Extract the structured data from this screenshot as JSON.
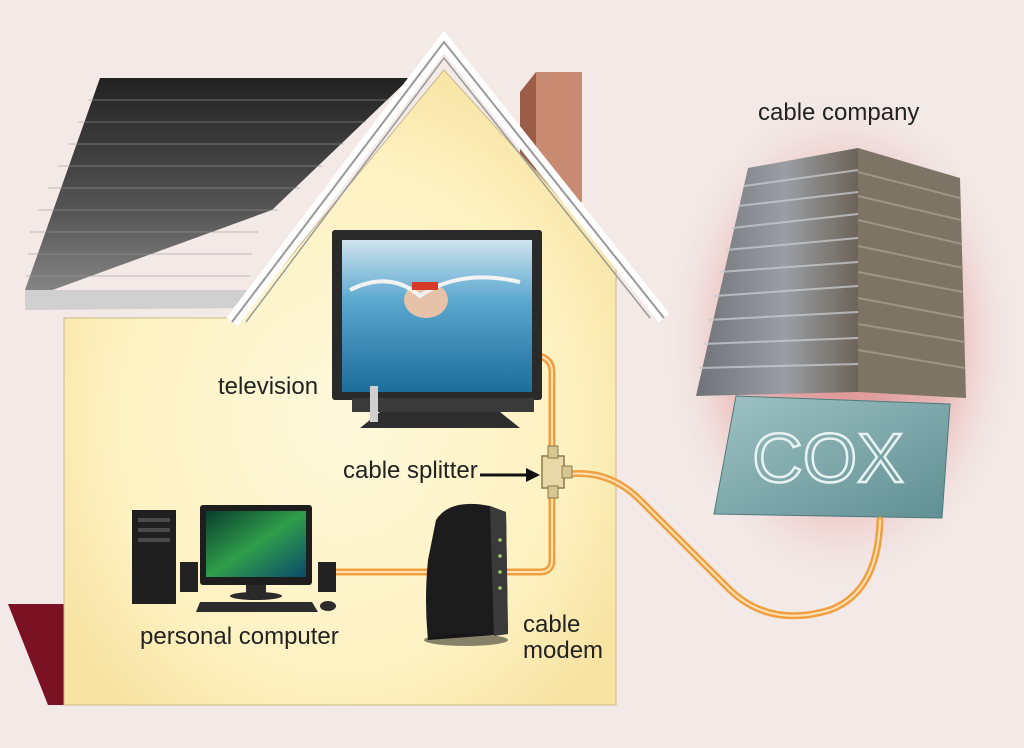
{
  "labels": {
    "cable_company": "cable company",
    "television": "television",
    "cable_splitter": "cable splitter",
    "personal_computer": "personal computer",
    "cable_modem_line1": "cable",
    "cable_modem_line2": "modem"
  },
  "building_sign": "COX",
  "colors": {
    "background": "#f3e9e7",
    "house_wall": "#fdf2c8",
    "cable": "#f0a040",
    "roof": "#3a3a3a",
    "chimney": "#c98a72",
    "ground_shadow": "#7a1224"
  },
  "icons": [
    "house",
    "roof",
    "chimney",
    "television",
    "cable-splitter",
    "cable-modem",
    "desktop-computer",
    "office-building",
    "arrow-right"
  ]
}
